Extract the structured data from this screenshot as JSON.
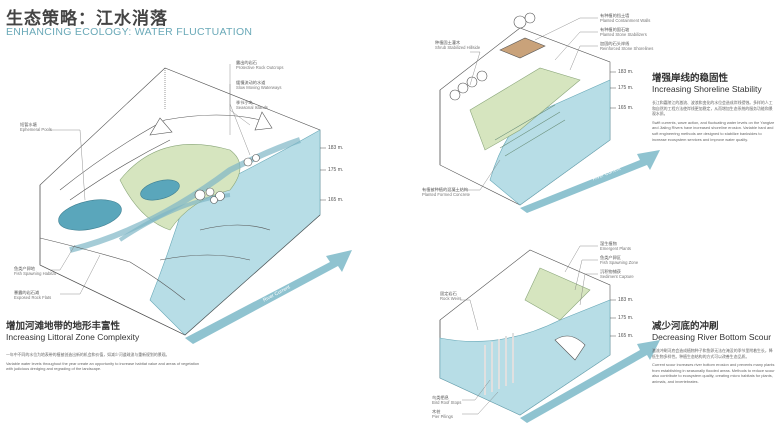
{
  "header": {
    "title_cn": "生态策略：江水消落",
    "title_en": "ENHANCING ECOLOGY: WATER FLUCTUATION"
  },
  "main_diagram": {
    "labels": [
      {
        "cn": "露出的岩石",
        "en": "Protective Rock Outcrops"
      },
      {
        "cn": "缓慢流动的水道",
        "en": "Slow Moving Waterways"
      },
      {
        "cn": "季节小岛",
        "en": "Seasonal Islands"
      },
      {
        "cn": "短暂水塘",
        "en": "Ephemeral Pools"
      },
      {
        "cn": "鱼类产卵地",
        "en": "Fish Spawning Habitat"
      },
      {
        "cn": "暴露的岩石滩",
        "en": "Exposed Rock Flats"
      }
    ],
    "elevations": [
      "183 m.",
      "175 m.",
      "165 m."
    ],
    "arrow_label": "River Current",
    "section_cn": "增加河滩地带的地形丰富性",
    "section_en": "Increasing Littoral Zone Complexity",
    "body_cn": "一年中不同的水位为地表带的植被创造出新的机会和价值，如减少河道疏浚与重新规划的景观。",
    "body_en": "Variable water levels throughout the year create an opportunity to increase habitat value and areas of vegetation with judicious dredging and regrading of the landscape."
  },
  "shoreline_diagram": {
    "labels": [
      {
        "cn": "种植固土灌木",
        "en": "Shrub Stabilized Hillside"
      },
      {
        "cn": "有种植的挡土墙",
        "en": "Planted Containment Walls"
      },
      {
        "cn": "有种植的固石坡",
        "en": "Planted Stone Stabilizers"
      },
      {
        "cn": "加固的石头岸线",
        "en": "Reinforced Stone Shorelines"
      },
      {
        "cn": "有植被种植的混凝土结构",
        "en": "Planted Formed Concrete"
      }
    ],
    "elevations": [
      "183 m.",
      "175 m.",
      "165 m."
    ],
    "arrow_label": "River Current",
    "section_cn": "增强岸线的稳固性",
    "section_en": "Increasing Shoreline Stability",
    "body_cn": "长江和嘉陵江的激流、波浪和变化的水位会造成岸线侵蚀。多样的人工和自然的工程方法使岸线更加稳定，从而增加生态系统的服务功能和景观水质。",
    "body_en": "Swift currents, wave action, and fluctuating water levels on the Yangtze and Jialing Rivers have increased shoreline erosion. Variable hard and soft engineering methods are designed to stabilize banksides to increase ecosystem services and improve water quality."
  },
  "scour_diagram": {
    "labels": [
      {
        "cn": "固定岩石",
        "en": "Rock Weirs"
      },
      {
        "cn": "湿生植物",
        "en": "Emergent Plants"
      },
      {
        "cn": "鱼类产卵区",
        "en": "Fish Spawning Zone"
      },
      {
        "cn": "沉积物捕获",
        "en": "Sediment Capture"
      },
      {
        "cn": "鸟类栖息",
        "en": "Bird Roof Stops"
      },
      {
        "cn": "木桩",
        "en": "Pier Pilings"
      }
    ],
    "elevations": [
      "183 m.",
      "175 m.",
      "165 m."
    ],
    "section_cn": "减少河底的冲刷",
    "section_en": "Decreasing River Bottom Scour",
    "body_cn": "激流冲刷河底会造成植物种子和鱼卵无法在淹没的季节里附着生长，降低生物多样性。种植生态结构的方式可以改善生态品质。",
    "body_en": "Current scour increases river bottom erosion and prevents many plants from establishing in seasonally flooded areas. Methods to reduce scour also contribute to ecosystem quality, creating micro habitats for plants, animals, and invertebrates."
  },
  "colors": {
    "water": "#9fd0dc",
    "water_deep": "#6fb3c6",
    "arrow": "#7fb7c6",
    "vegetation": "#cfe0b8",
    "line": "#555555"
  }
}
